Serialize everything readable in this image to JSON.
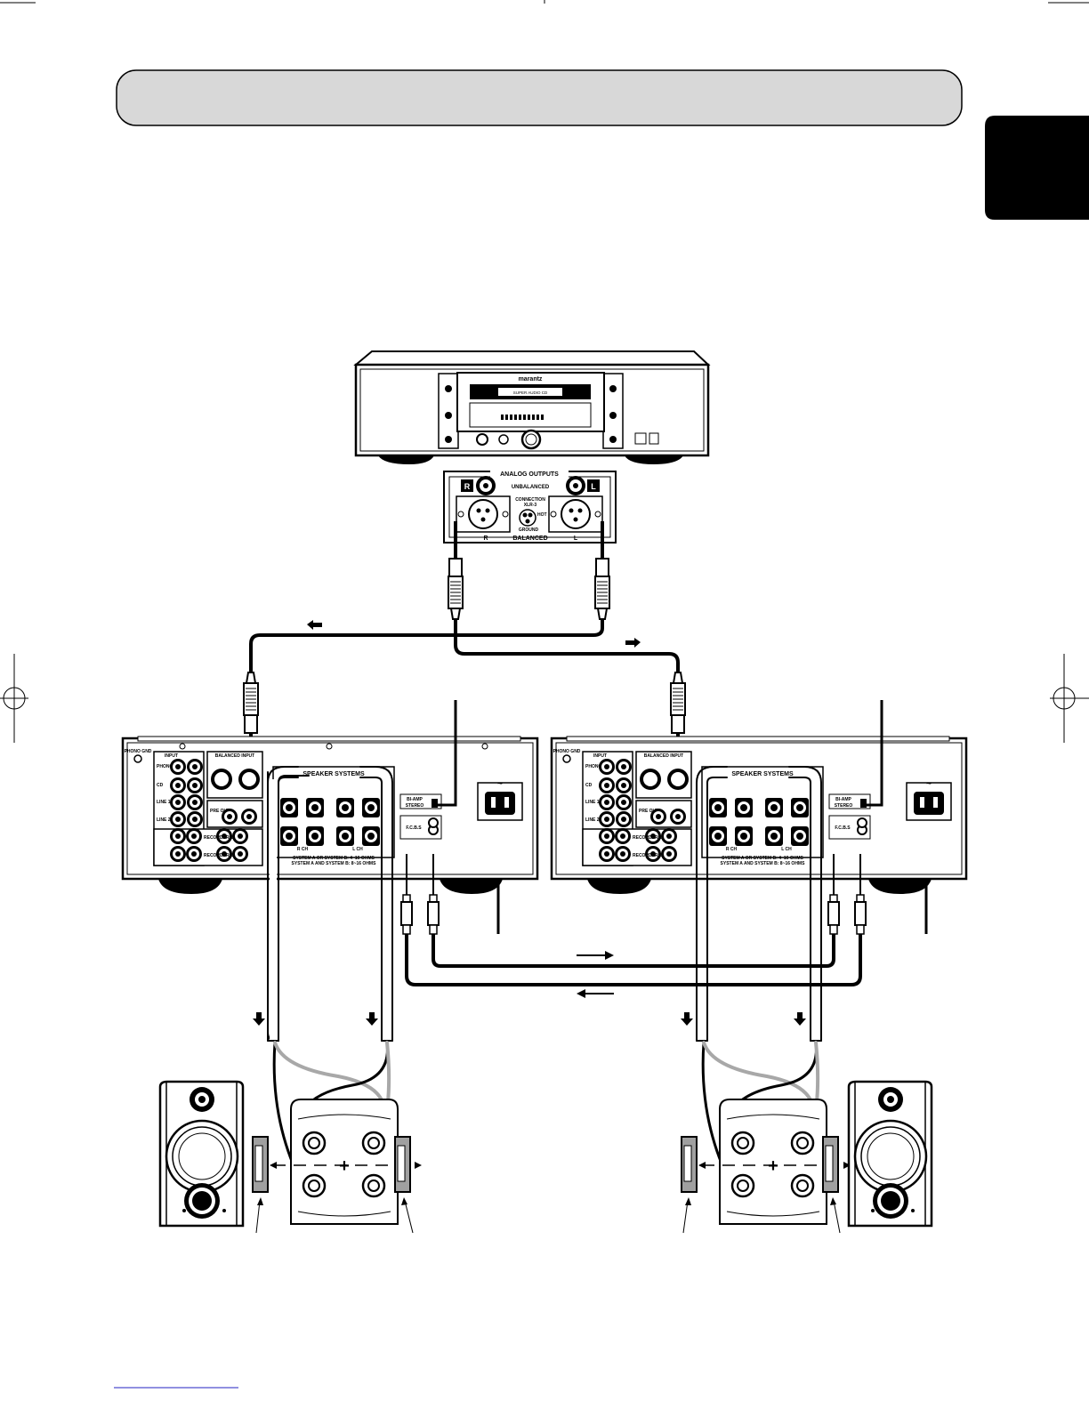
{
  "header": {
    "title": ""
  },
  "side_tab": {
    "label": ""
  },
  "player": {
    "brand": "marantz",
    "display_text": "SUPER AUDIO CD"
  },
  "output_panel": {
    "title": "ANALOG OUTPUTS",
    "unbalanced": "UNBALANCED",
    "balanced": "BALANCED",
    "right": "R",
    "left": "L",
    "connection_title": "CONNECTION",
    "connection_sub": "XLR-3",
    "hot": "HOT",
    "ground": "GROUND"
  },
  "amplifier": {
    "phono_gnd": "PHONO GND",
    "input": "INPUT",
    "phono": "PHONO",
    "cd": "CD",
    "line1": "LINE 1",
    "line2": "LINE 2",
    "balanced_input": "BALANCED INPUT",
    "pre_out": "PRE OUT",
    "recorder1": "RECORDER 1",
    "recorder2": "RECORDER 2",
    "speaker_systems": "SPEAKER SYSTEMS",
    "r_ch": "R CH",
    "l_ch": "L CH",
    "bi_amp": "BI-AMP",
    "stereo": "STEREO",
    "fcbs": "F.C.B.S",
    "spec1": "SYSTEM A OR SYSTEM B: 4~16 OHMS",
    "spec2": "SYSTEM A AND SYSTEM B: 8~16 OHMS"
  },
  "colors": {
    "ink": "#000000",
    "panel": "#d8d8d8",
    "wire_gray": "#a8a8a8",
    "tab": "#000000"
  }
}
